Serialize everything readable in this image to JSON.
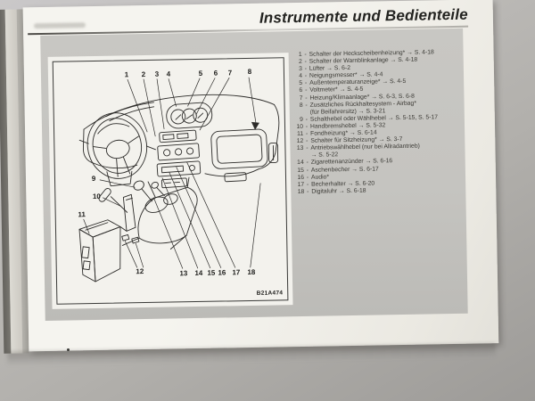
{
  "page": {
    "title": "Instrumente und Bedienteile"
  },
  "diagram": {
    "figure_code": "B21A474",
    "callouts": [
      "1",
      "2",
      "3",
      "4",
      "5",
      "6",
      "7",
      "8",
      "9",
      "10",
      "11",
      "12",
      "13",
      "14",
      "15",
      "16",
      "17",
      "18"
    ]
  },
  "list": {
    "lines": [
      {
        "n": "1",
        "s": "-",
        "t": "Schalter der Heckscheibenheizung* → S. 4-18"
      },
      {
        "n": "2",
        "s": "-",
        "t": "Schalter der Warnblinkanlage → S. 4-18"
      },
      {
        "n": "3",
        "s": "-",
        "t": "Lüfter → S. 6-2"
      },
      {
        "n": "4",
        "s": "-",
        "t": "Neigungsmesser* → S. 4-4"
      },
      {
        "n": "5",
        "s": "-",
        "t": "Außentemperaturanzeige* → S. 4-5"
      },
      {
        "n": "6",
        "s": "-",
        "t": "Voltmeter* → S. 4-5"
      },
      {
        "n": "7",
        "s": "-",
        "t": "Heizung/Klimaanlage* → S. 6-3, S. 6-8"
      },
      {
        "n": "8",
        "s": "-",
        "t": "Zusätzliches Rückhaltesystem - Airbag*"
      },
      {
        "n": "",
        "s": "",
        "t": "(für Beifahrersitz) → S. 3-21"
      },
      {
        "n": "9",
        "s": "-",
        "t": "Schalthebel oder Wählhebel → S. 5-15, S. 5-17"
      },
      {
        "n": "10",
        "s": "-",
        "t": "Handbremshebel → S. 5-32"
      },
      {
        "n": "11",
        "s": "-",
        "t": "Fondheizung* → S. 6-14"
      },
      {
        "n": "12",
        "s": "-",
        "t": "Schalter für Sitzheizung* → S. 3-7"
      },
      {
        "n": "13",
        "s": "-",
        "t": "Antriebswählhebel (nur bei Allradantrieb)"
      },
      {
        "n": "",
        "s": "",
        "t": "→ S. 5-22"
      },
      {
        "n": "14",
        "s": "-",
        "t": "Zigarettenanzünder → S. 6-16"
      },
      {
        "n": "15",
        "s": "-",
        "t": "Aschenbecher → S. 6-17"
      },
      {
        "n": "16",
        "s": "-",
        "t": "Audio*"
      },
      {
        "n": "17",
        "s": "-",
        "t": "Becherhalter → S. 6-20"
      },
      {
        "n": "18",
        "s": "-",
        "t": "Digitaluhr → S. 6-18"
      }
    ]
  },
  "colors": {
    "paper": "#f2f1ec",
    "panel": "#c5c4c0",
    "ink": "#2c2b29",
    "backdrop": "#b2b0ac"
  }
}
